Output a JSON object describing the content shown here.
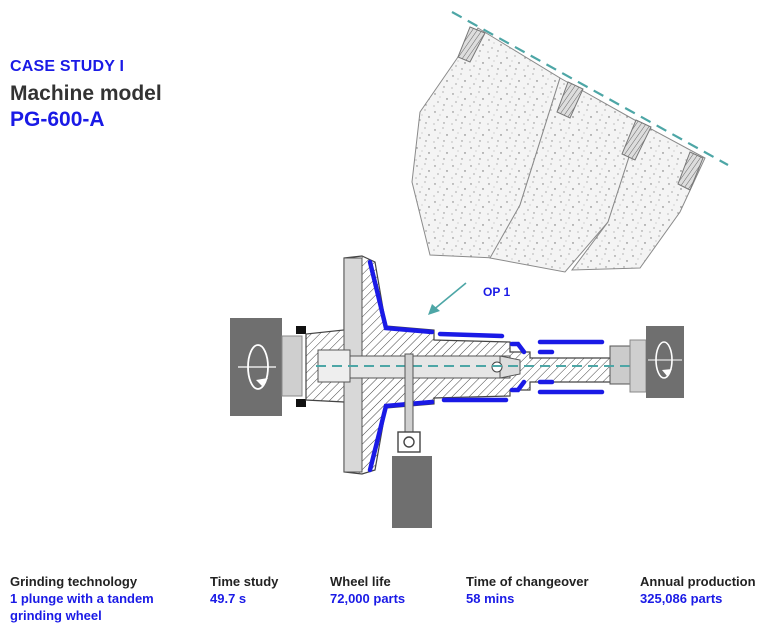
{
  "header": {
    "case_study": "CASE STUDY I",
    "machine_label": "Machine model",
    "machine_model": "PG-600-A"
  },
  "diagram": {
    "op_label": "OP 1",
    "colors": {
      "accent_blue": "#1a1ae6",
      "dash_teal": "#4da6a6",
      "motor_grey": "#6f6f6f",
      "body_grey": "#c8c8c8"
    },
    "icons": [
      "rotation-arrow-icon",
      "rotation-arrow-icon"
    ]
  },
  "stats": [
    {
      "label": "Grinding technology",
      "value_lines": [
        "1 plunge with a tandem",
        "grinding wheel"
      ]
    },
    {
      "label": "Time study",
      "value_lines": [
        "49.7 s"
      ]
    },
    {
      "label": "Wheel life",
      "value_lines": [
        "72,000 parts"
      ]
    },
    {
      "label": "Time of changeover",
      "value_lines": [
        "58 mins"
      ]
    },
    {
      "label": "Annual production",
      "value_lines": [
        "325,086 parts"
      ]
    }
  ]
}
